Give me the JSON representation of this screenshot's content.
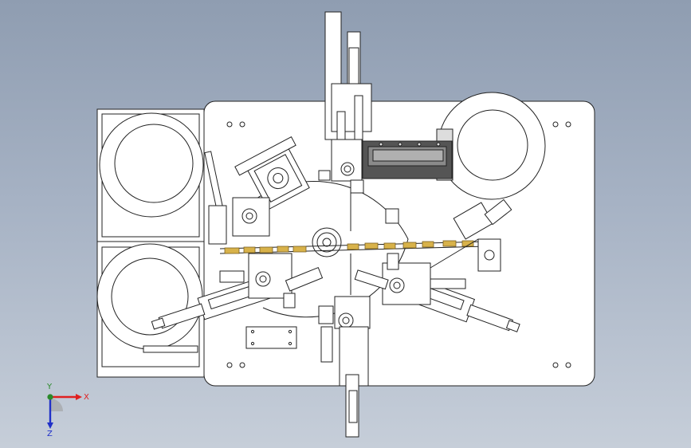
{
  "viewport": {
    "background_top": "#8f9db1",
    "background_bottom": "#c6ced9"
  },
  "model": {
    "plate_color": "#ffffff",
    "edge_color": "#222222",
    "accent_brass": "#d8b24a",
    "display_window": "#8a8a8a"
  },
  "triad": {
    "x_label": "X",
    "y_label": "Y",
    "z_label": "Z",
    "x_color": "#e02020",
    "y_color": "#2a8a2a",
    "z_color": "#2030c8"
  }
}
